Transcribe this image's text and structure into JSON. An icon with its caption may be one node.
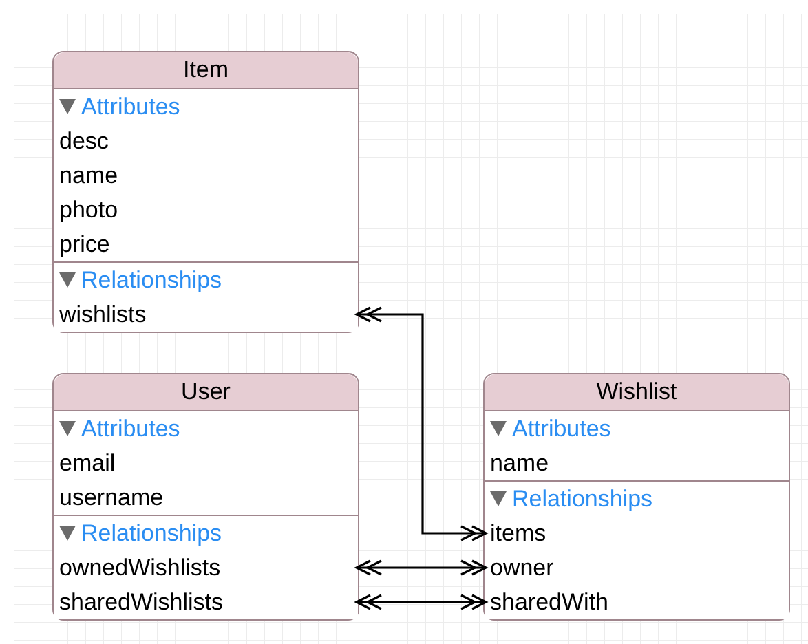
{
  "diagram": {
    "nodes": [
      {
        "text": [
          "Item",
          "Attributes",
          "desc",
          "name",
          "photo",
          "price",
          "Relationships"
        ]
      },
      {
        "text": [
          "wishlists"
        ],
        "in": 0
      },
      {
        "text": [
          "User",
          "Attributes",
          "email",
          "username",
          "Relationships"
        ]
      },
      {
        "text": [
          "ownedWishlists"
        ],
        "in": 2
      },
      {
        "text": [
          "sharedWishlists"
        ],
        "in": 2
      },
      {
        "text": [
          "Wishlist",
          "Attributes",
          "name",
          "Relationships"
        ]
      },
      {
        "text": [
          "items"
        ],
        "in": 5
      },
      {
        "text": [
          "owner"
        ],
        "in": 5
      },
      {
        "text": [
          "sharedWith"
        ],
        "in": 5
      }
    ],
    "edges": [
      {
        "from": 1,
        "to": 6,
        "arrow": "both"
      },
      {
        "from": 3,
        "to": 7,
        "arrow": "both"
      },
      {
        "from": 4,
        "to": 8,
        "arrow": "both"
      }
    ]
  }
}
